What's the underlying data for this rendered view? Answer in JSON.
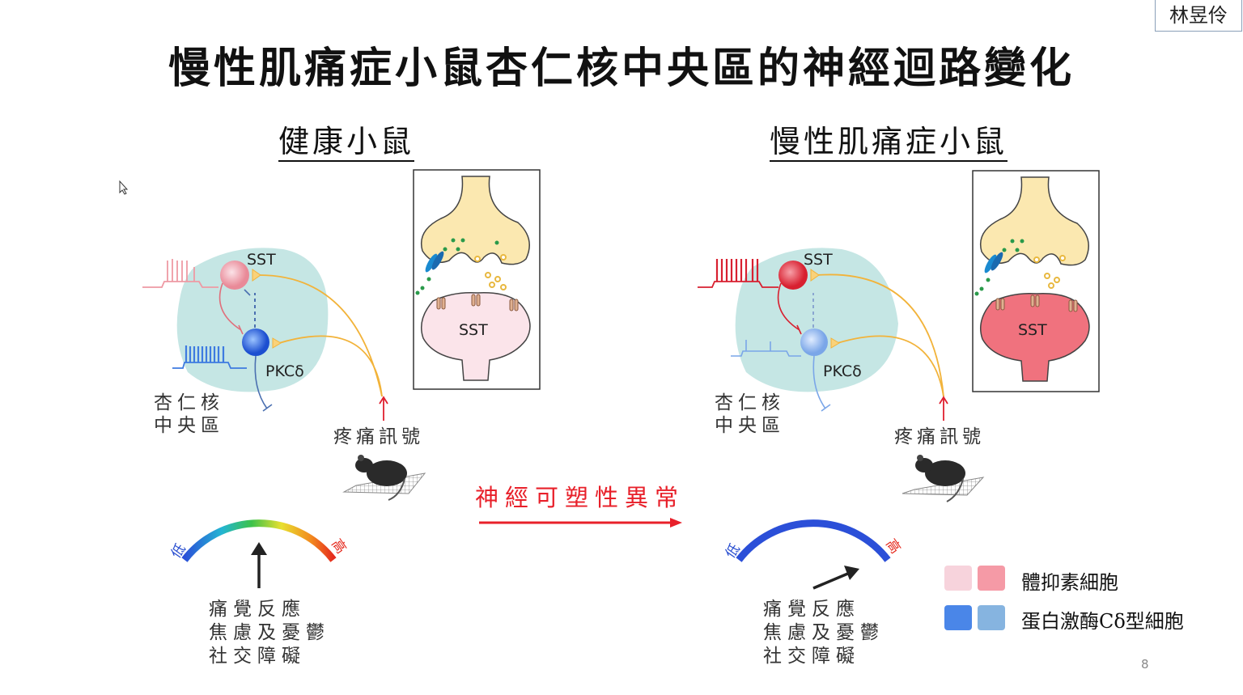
{
  "slide": {
    "title": "慢性肌痛症小鼠杏仁核中央區的神經迴路變化",
    "author": "林昱伶",
    "page_number": "8"
  },
  "panels": {
    "healthy": {
      "title": "健康小鼠",
      "sst_label": "SST",
      "pkc_label": "PKCδ",
      "synapse_label": "SST",
      "region_line1": "杏仁核",
      "region_line2": "中央區",
      "pain_signal": "疼痛訊號",
      "gauge_low": "低",
      "gauge_high": "高",
      "outcomes": [
        "痛覺反應",
        "焦慮及憂鬱",
        "社交障礙"
      ]
    },
    "chronic": {
      "title": "慢性肌痛症小鼠",
      "sst_label": "SST",
      "pkc_label": "PKCδ",
      "synapse_label": "SST",
      "region_line1": "杏仁核",
      "region_line2": "中央區",
      "pain_signal": "疼痛訊號",
      "gauge_low": "低",
      "gauge_high": "高",
      "outcomes": [
        "痛覺反應",
        "焦慮及憂鬱",
        "社交障礙"
      ]
    }
  },
  "transition": {
    "label": "神經可塑性異常"
  },
  "legend": [
    {
      "label": "體抑素細胞",
      "colors": [
        "#f7d3dc",
        "#f59aa6"
      ]
    },
    {
      "label": "蛋白激酶Cδ型細胞",
      "colors": [
        "#4a86e8",
        "#86b4e0"
      ]
    }
  ],
  "colors": {
    "accent_red": "#e8202a",
    "nucleus_teal": "#bfe3e1",
    "axon_yellow": "#f2b33a"
  }
}
